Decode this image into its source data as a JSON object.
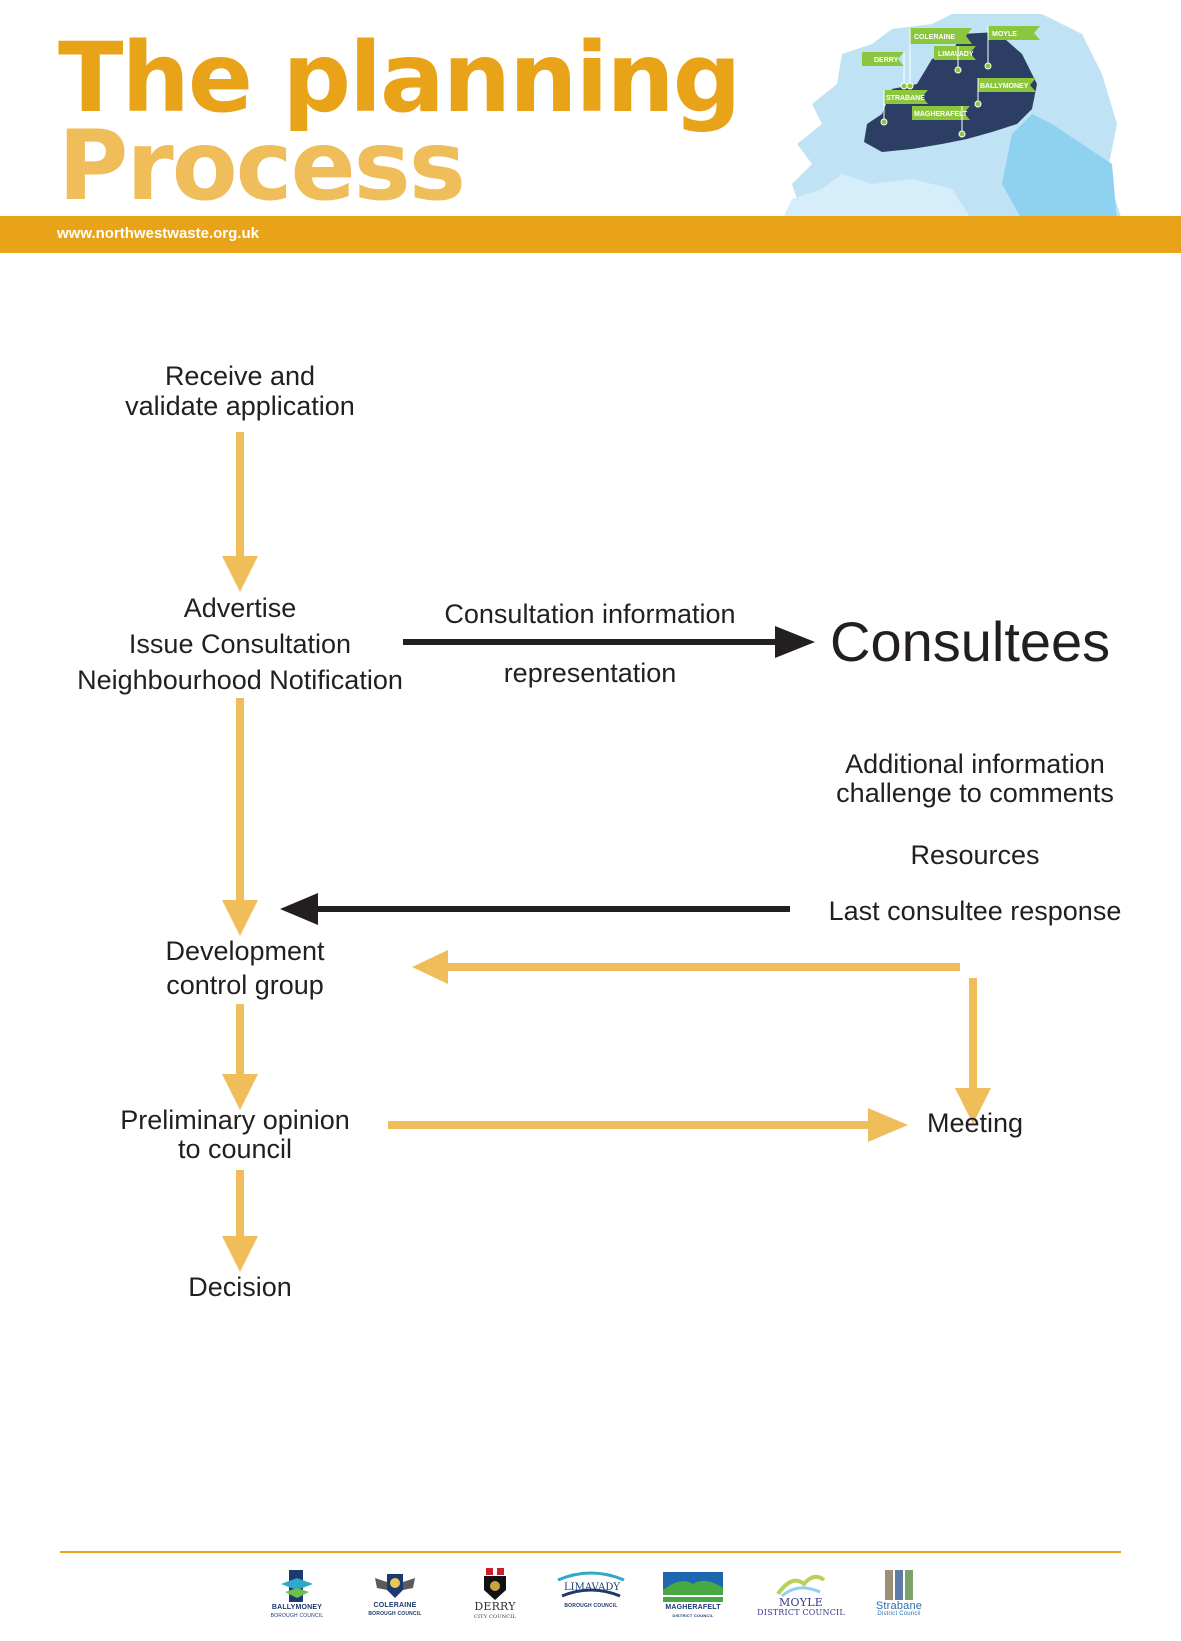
{
  "header": {
    "title_line1": "The planning",
    "title_line2": "Process",
    "url": "www.northwestwaste.org.uk"
  },
  "map": {
    "labels": [
      "COLERAINE",
      "MOYLE",
      "DERRY",
      "LIMAVADY",
      "BALLYMONEY",
      "STRABANE",
      "MAGHERAFELT"
    ],
    "colors": {
      "sea": "#bfe3f5",
      "region": "#2c3e63",
      "flag": "#8cc63f"
    }
  },
  "diagram": {
    "receive": [
      "Receive and",
      "validate application"
    ],
    "advertise": [
      "Advertise",
      "Issue Consultation",
      "Neighbourhood Notification"
    ],
    "consultation_information": "Consultation information",
    "representation": "representation",
    "consultees": "Consultees",
    "additional": [
      "Additional information",
      "challenge to comments"
    ],
    "resources": "Resources",
    "last_consultee_response": "Last consultee response",
    "development_control_group": [
      "Development",
      "control group"
    ],
    "preliminary_opinion": [
      "Preliminary opinion",
      "to council"
    ],
    "meeting": "Meeting",
    "decision": "Decision",
    "colors": {
      "orange_arrow": "#f0bd5b",
      "black_arrow": "#231f20",
      "accent": "#e8a319"
    }
  },
  "footer": {
    "logos": [
      {
        "name": "BALLYMONEY",
        "sub": "BOROUGH COUNCIL"
      },
      {
        "name": "COLERAINE",
        "sub": "BOROUGH COUNCIL"
      },
      {
        "name": "DERRY",
        "sub": "CITY COUNCIL"
      },
      {
        "name": "LIMAVADY",
        "sub": "BOROUGH COUNCIL"
      },
      {
        "name": "MAGHERAFELT",
        "sub": "DISTRICT COUNCIL"
      },
      {
        "name": "MOYLE",
        "sub": "DISTRICT COUNCIL"
      },
      {
        "name": "Strabane",
        "sub": "District Council"
      }
    ]
  }
}
